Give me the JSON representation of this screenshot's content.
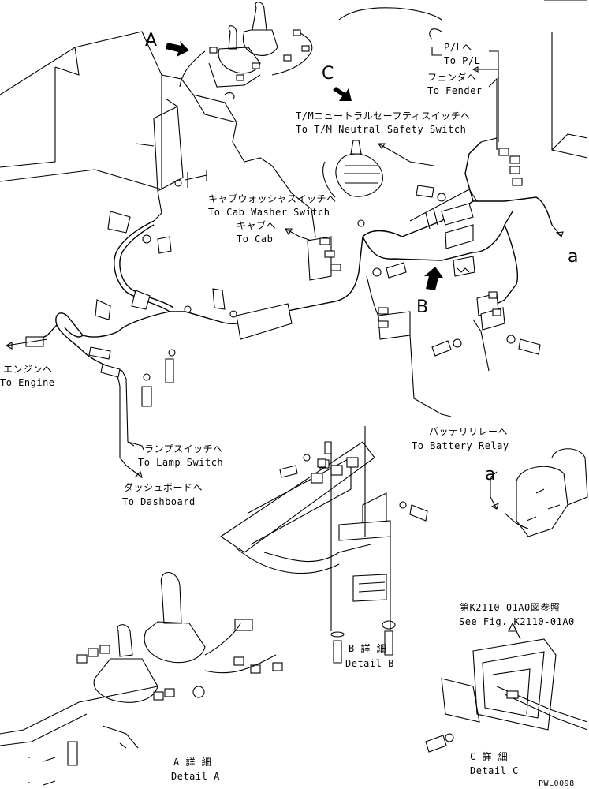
{
  "view_markers": {
    "a_top": "A",
    "b_mid": "B",
    "c_top": "C",
    "a_right": "a",
    "a_detail": "a"
  },
  "destinations": {
    "pl_jp": "P/Lへ",
    "pl_en": "To P/L",
    "fender_jp": "フェンダへ",
    "fender_en": "To Fender",
    "neutral_jp": "T/Mニュートラルセーフティスイッチへ",
    "neutral_en": "To T/M Neutral Safety Switch",
    "cab_washer_jp": "キャブウォッシャスイッチへ",
    "cab_washer_en": "To Cab Washer Switch",
    "cab_jp": "キャブへ",
    "cab_en": "To Cab",
    "engine_jp": "エンジンへ",
    "engine_en": "To Engine",
    "lamp_jp": "ランプスイッチへ",
    "lamp_en": "To Lamp Switch",
    "dashboard_jp": "ダッシュボードへ",
    "dashboard_en": "To Dashboard",
    "battery_jp": "バッテリリレーへ",
    "battery_en": "To Battery Relay"
  },
  "references": {
    "see_fig_jp": "第K2110-01A0図参照",
    "see_fig_en": "See Fig. K2110-01A0"
  },
  "details": {
    "b_jp": "B 詳 細",
    "b_en": "Detail B",
    "a_jp": "A 詳 細",
    "a_en": "Detail A",
    "c_jp": "C 詳 細",
    "c_en": "Detail C"
  },
  "drawing_code": "PWL0098"
}
